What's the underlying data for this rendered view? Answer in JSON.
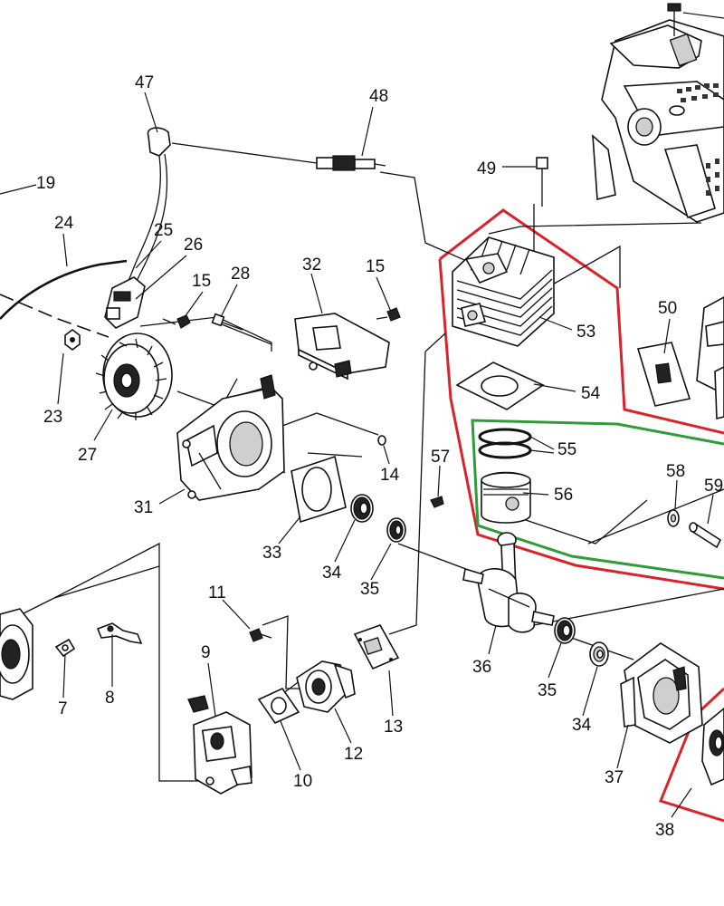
{
  "diagram": {
    "highlights": {
      "red": "#d8232a",
      "green": "#2f9b3a"
    },
    "labels": {
      "p47": "47",
      "p48": "48",
      "p49": "49",
      "p19": "19",
      "p24": "24",
      "p25": "25",
      "p26": "26",
      "p15a": "15",
      "p28": "28",
      "p32": "32",
      "p15b": "15",
      "p53": "53",
      "p50": "50",
      "p54": "54",
      "p55": "55",
      "p56": "56",
      "p57": "57",
      "p58": "58",
      "p59": "59",
      "p23": "23",
      "p27": "27",
      "p31": "31",
      "p14": "14",
      "p33": "33",
      "p34a": "34",
      "p35a": "35",
      "p11": "11",
      "p9": "9",
      "p7": "7",
      "p8": "8",
      "p13": "13",
      "p12": "12",
      "p10": "10",
      "p36": "36",
      "p35b": "35",
      "p34b": "34",
      "p37": "37",
      "p38": "38"
    }
  }
}
